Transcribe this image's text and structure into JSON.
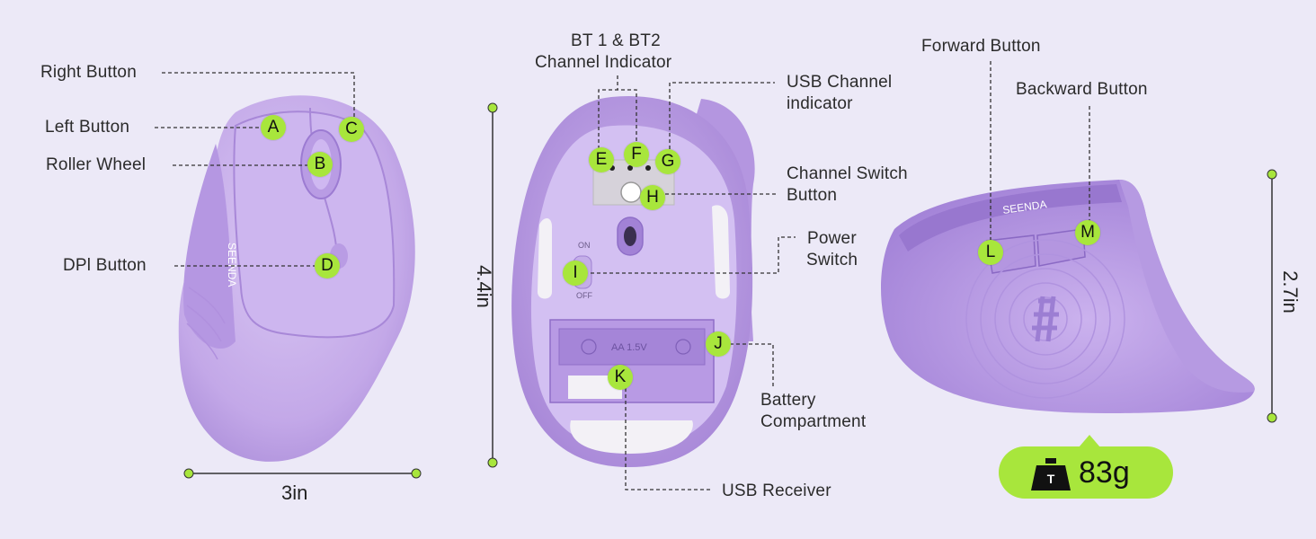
{
  "labels": {
    "right_button": "Right Button",
    "left_button": "Left Button",
    "roller_wheel": "Roller Wheel",
    "dpi_button": "DPl Button",
    "bt_indicator": [
      "BT 1 & BT2",
      "Channel Indicator"
    ],
    "usb_indicator": [
      "USB Channel",
      "indicator"
    ],
    "channel_switch": [
      "Channel Switch",
      "Button"
    ],
    "power_switch": [
      "Power",
      "Switch"
    ],
    "battery": [
      "Battery",
      "Compartment"
    ],
    "usb_receiver": "USB Receiver",
    "forward_button": "Forward Button",
    "backward_button": "Backward Button"
  },
  "markers": {
    "A": "A",
    "B": "B",
    "C": "C",
    "D": "D",
    "E": "E",
    "F": "F",
    "G": "G",
    "H": "H",
    "I": "I",
    "J": "J",
    "K": "K",
    "L": "L",
    "M": "M"
  },
  "dimensions": {
    "width": "3in",
    "length": "4.4in",
    "height": "2.7in"
  },
  "weight": {
    "value": "83g",
    "icon_letter": "T"
  },
  "product": {
    "brand": "SEENDA",
    "switch_on": "ON",
    "switch_off": "OFF",
    "battery_text": "AA 1.5V"
  },
  "colors": {
    "background": "#ece9f7",
    "mouse_purple": "#c7aee9",
    "accent_green": "#a8e63c"
  }
}
